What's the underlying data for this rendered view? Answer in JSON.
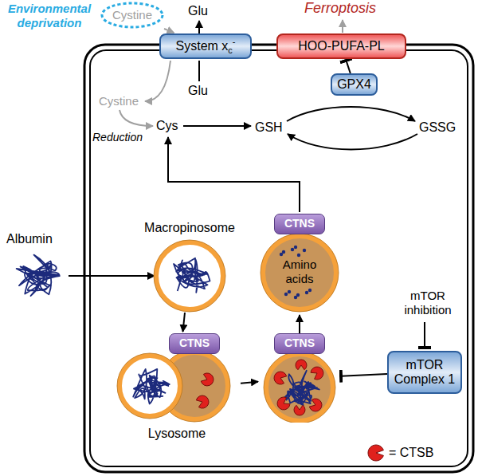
{
  "diagram": {
    "nodes": [
      {
        "text": [
          "Cystine"
        ]
      },
      {
        "text": [
          "System x",
          "c",
          "-"
        ]
      },
      {
        "text": [
          "HOO-PUFA-PL"
        ]
      },
      {
        "text": [
          "GPX4"
        ]
      },
      {
        "text": [
          "Macropinosome"
        ]
      },
      {
        "text": [
          "CTNS",
          "Lysosome"
        ]
      },
      {
        "text": [
          "CTNS"
        ]
      },
      {
        "text": [
          "CTNS",
          "Amino acids"
        ]
      },
      {
        "text": [
          "mTOR Complex 1"
        ]
      }
    ],
    "edges": [
      {
        "from": 0,
        "to": 1,
        "arrow": "to"
      },
      {
        "from": 3,
        "to": 2,
        "arrow": "to"
      },
      {
        "from": 4,
        "to": 5,
        "arrow": "to"
      },
      {
        "from": 5,
        "to": 6,
        "arrow": "to"
      },
      {
        "from": 6,
        "to": 7,
        "arrow": "to"
      },
      {
        "from": 8,
        "to": 6,
        "arrow": "to"
      }
    ],
    "labels": [
      "Environmental deprivation",
      "Glu",
      "Ferroptosis",
      "Glu",
      "Cystine",
      "Reduction",
      "Cys",
      "GSH",
      "GSSG",
      "Albumin",
      "mTOR inhibition"
    ],
    "legend": [
      {
        "text": "= CTSB"
      }
    ]
  }
}
